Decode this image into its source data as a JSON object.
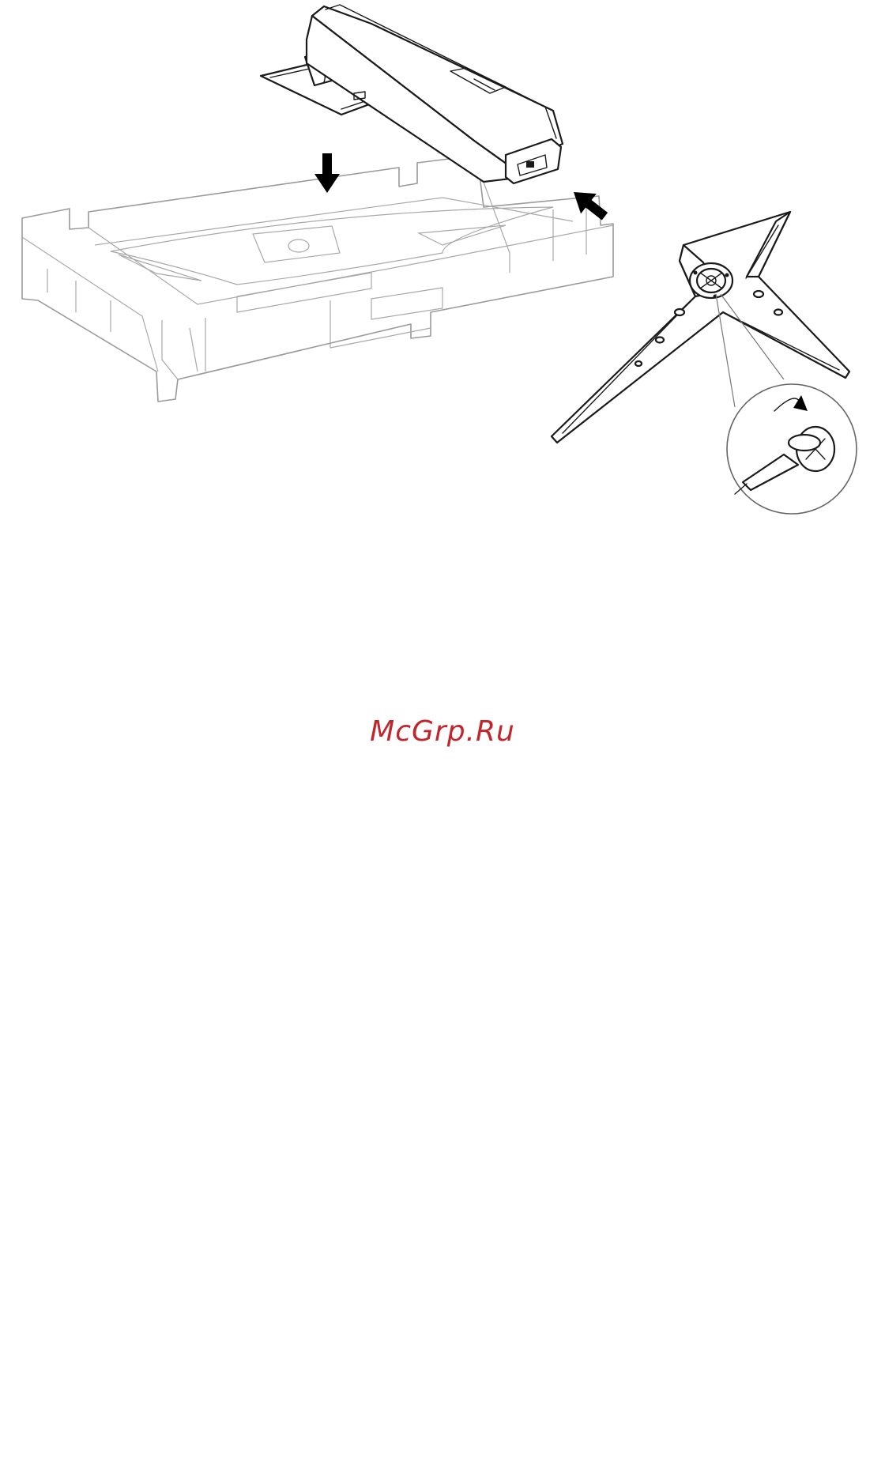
{
  "watermark": {
    "text": "McGrp.Ru",
    "color": "#c0272d"
  },
  "colors": {
    "line": "#1a1a1a",
    "foam": "#9a9a9a",
    "arrow": "#000000",
    "background": "#ffffff"
  },
  "steps": [
    {
      "id": "install",
      "arrows": [
        "arrow-down",
        "arrow-up-left"
      ],
      "detail": "screw-tighten-clockwise"
    },
    {
      "id": "remove",
      "arrows": [
        "arrow-up",
        "arrow-down-right",
        "release-latch-arrow"
      ],
      "detail": "twist-counterclockwise"
    }
  ]
}
